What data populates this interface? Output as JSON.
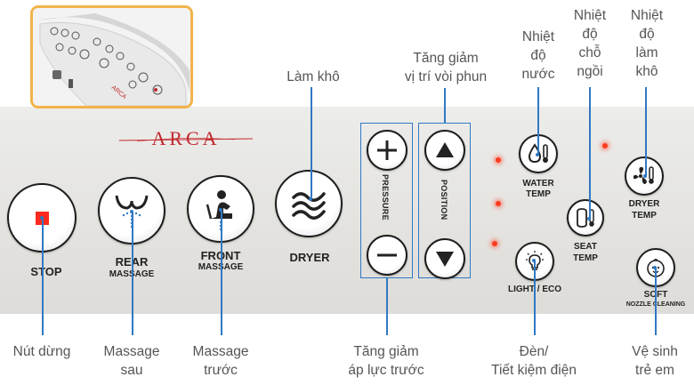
{
  "brand": "ARCA",
  "colors": {
    "accent": "#2f79c4",
    "led": "#ff3b1f",
    "inset_border": "#f2b34a",
    "logo": "#c1282d"
  },
  "buttons": {
    "stop": {
      "label": "STOP",
      "icon": "stop-square-icon"
    },
    "rear": {
      "label1": "REAR",
      "label2": "MASSAGE",
      "icon": "rear-massage-icon"
    },
    "front": {
      "label1": "FRONT",
      "label2": "MASSAGE",
      "icon": "front-massage-icon"
    },
    "dryer": {
      "label": "DRYER",
      "icon": "dryer-wave-icon"
    },
    "pressure": {
      "label": "PRESSURE"
    },
    "position": {
      "label": "POSITION"
    },
    "water_temp": {
      "label1": "WATER",
      "label2": "TEMP",
      "icon": "water-temp-icon"
    },
    "seat_temp": {
      "label1": "SEAT",
      "label2": "TEMP",
      "icon": "seat-temp-icon"
    },
    "dryer_temp": {
      "label1": "DRYER",
      "label2": "TEMP",
      "icon": "fan-temp-icon"
    },
    "light_eco": {
      "label": "LIGHT / ECO",
      "icon": "light-bulb-icon"
    },
    "soft": {
      "label1": "SOFT",
      "label2": "NOZZLE CLEANING",
      "icon": "baby-face-icon"
    }
  },
  "annotations": {
    "dryer": "Làm khô",
    "position": [
      "Tăng giảm",
      "vị trí vòi phun"
    ],
    "water_temp": [
      "Nhiệt",
      "độ",
      "nước"
    ],
    "seat_temp": [
      "Nhiệt",
      "độ",
      "chỗ",
      "ngồi"
    ],
    "dryer_temp": [
      "Nhiệt",
      "độ",
      "làm",
      "khô"
    ],
    "stop": "Nút dừng",
    "rear": [
      "Massage",
      "sau"
    ],
    "front": [
      "Massage",
      "trước"
    ],
    "pressure": [
      "Tăng giảm",
      "áp lực trước"
    ],
    "light": [
      "Đèn/",
      "Tiết kiệm điện"
    ],
    "soft": [
      "Vệ sinh",
      "trẻ em"
    ]
  },
  "inset": {
    "brand_text": "ARCA"
  }
}
